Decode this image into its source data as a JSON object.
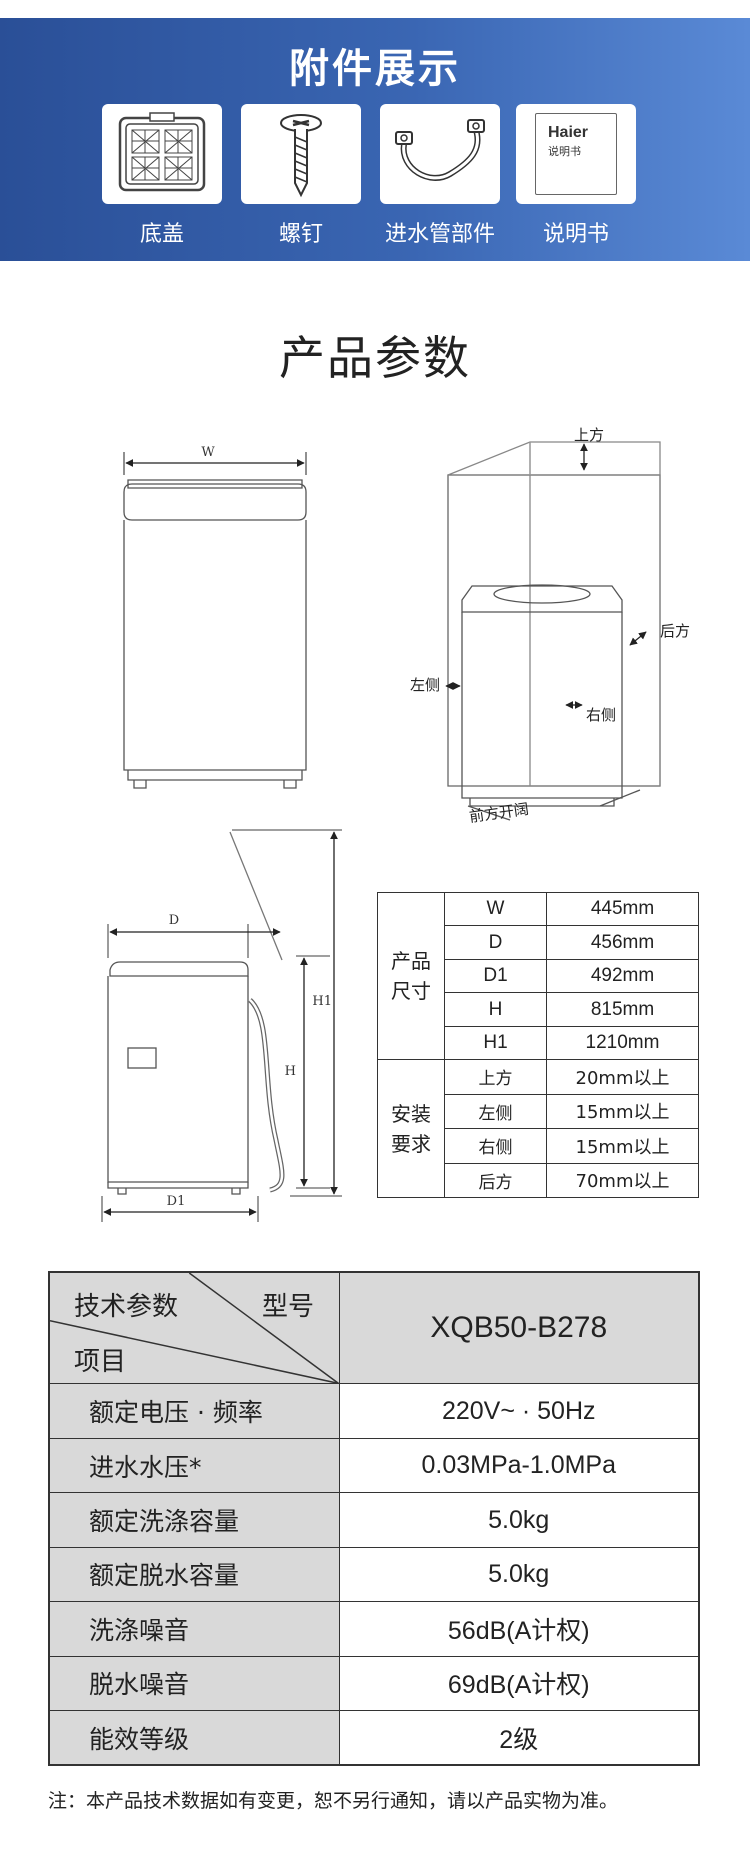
{
  "accessories": {
    "title": "附件展示",
    "items": [
      {
        "label": "底盖",
        "icon": "bottom-cover-icon"
      },
      {
        "label": "螺钉",
        "icon": "screw-icon"
      },
      {
        "label": "进水管部件",
        "icon": "inlet-hose-icon"
      },
      {
        "label": "说明书",
        "icon": "manual-icon"
      }
    ],
    "manual_brand": "Haier",
    "manual_sub": "说明书",
    "colors": {
      "banner_start": "#2a4f97",
      "banner_end": "#5a8ad6"
    }
  },
  "product_params": {
    "title": "产品参数",
    "drawing_labels": {
      "front_width": "W",
      "top": "上方",
      "back": "后方",
      "left": "左侧",
      "right": "右侧",
      "front_open": "前方开阔",
      "depth": "D",
      "depth1": "D1",
      "height": "H",
      "height1": "H1"
    }
  },
  "size_table": {
    "size_group": "产品\n尺寸",
    "install_group": "安装\n要求",
    "sizes": [
      {
        "key": "W",
        "value": "445mm"
      },
      {
        "key": "D",
        "value": "456mm"
      },
      {
        "key": "D1",
        "value": "492mm"
      },
      {
        "key": "H",
        "value": "815mm"
      },
      {
        "key": "H1",
        "value": "1210mm"
      }
    ],
    "install": [
      {
        "key": "上方",
        "value": "20mm以上"
      },
      {
        "key": "左侧",
        "value": "15mm以上"
      },
      {
        "key": "右侧",
        "value": "15mm以上"
      },
      {
        "key": "后方",
        "value": "70mm以上"
      }
    ]
  },
  "tech_table": {
    "header_left_top": "技术参数",
    "header_right_top": "型号",
    "header_left_bottom": "项目",
    "model": "XQB50-B278",
    "rows": [
      {
        "label": "额定电压 · 频率",
        "value": "220V~ · 50Hz"
      },
      {
        "label": "进水水压*",
        "value": "0.03MPa-1.0MPa"
      },
      {
        "label": "额定洗涤容量",
        "value": "5.0kg"
      },
      {
        "label": "额定脱水容量",
        "value": "5.0kg"
      },
      {
        "label": "洗涤噪音",
        "value": "56dB(A计权)"
      },
      {
        "label": "脱水噪音",
        "value": "69dB(A计权)"
      },
      {
        "label": "能效等级",
        "value": "2级"
      }
    ]
  },
  "footnote": "注：本产品技术数据如有变更，恕不另行通知，请以产品实物为准。"
}
